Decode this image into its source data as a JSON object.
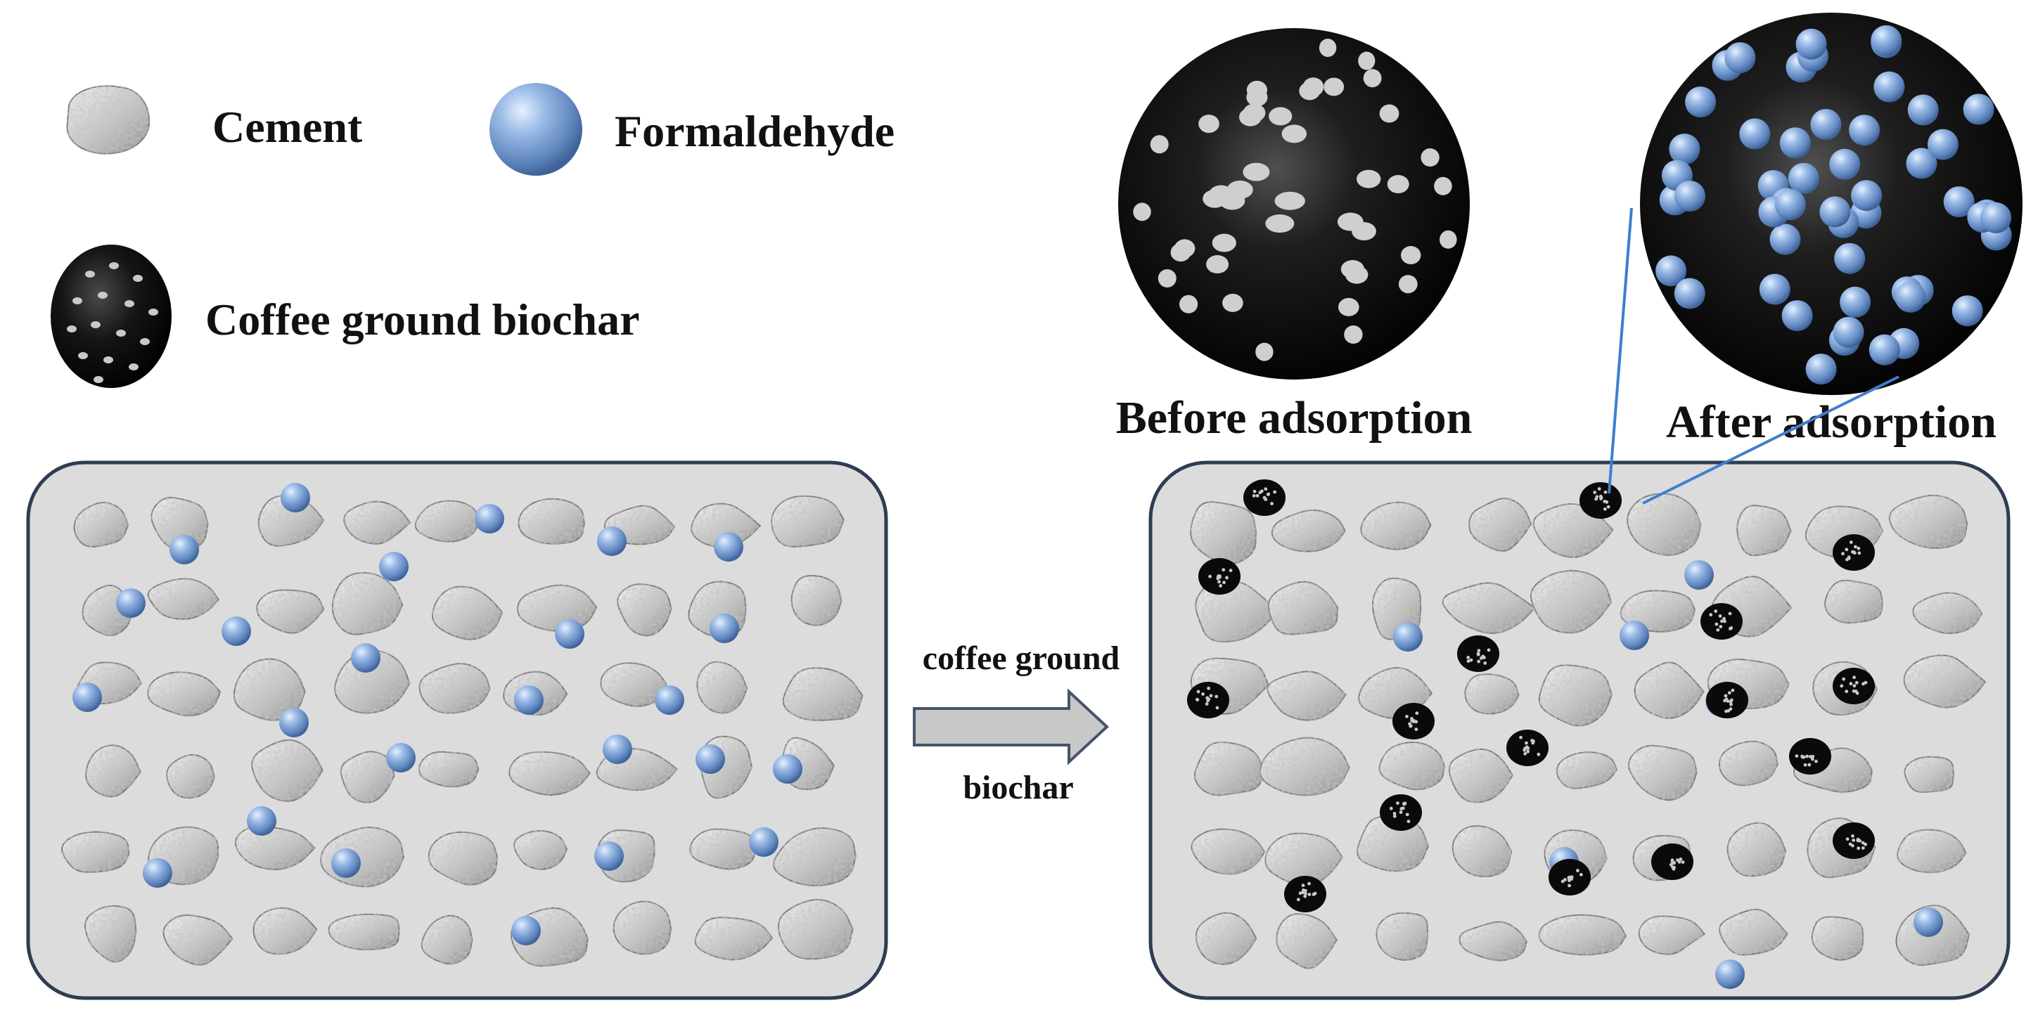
{
  "legend": {
    "cement_label": "Cement",
    "formaldehyde_label": "Formaldehyde",
    "biochar_label": "Coffee ground biochar"
  },
  "process": {
    "arrow_label_top": "coffee ground",
    "arrow_label_bottom": "biochar"
  },
  "zoom": {
    "before_label": "Before adsorption",
    "after_label": "After adsorption"
  },
  "colors": {
    "panel_fill": "#dcdcdc",
    "panel_border": "#2e3d52",
    "formaldehyde": "#7ea3d6",
    "biochar": "#0a0a0a",
    "pore": "#cfcfcf",
    "connector": "#3d7fd0",
    "arrow_fill": "#c8c8c8",
    "arrow_border": "#44546a"
  }
}
